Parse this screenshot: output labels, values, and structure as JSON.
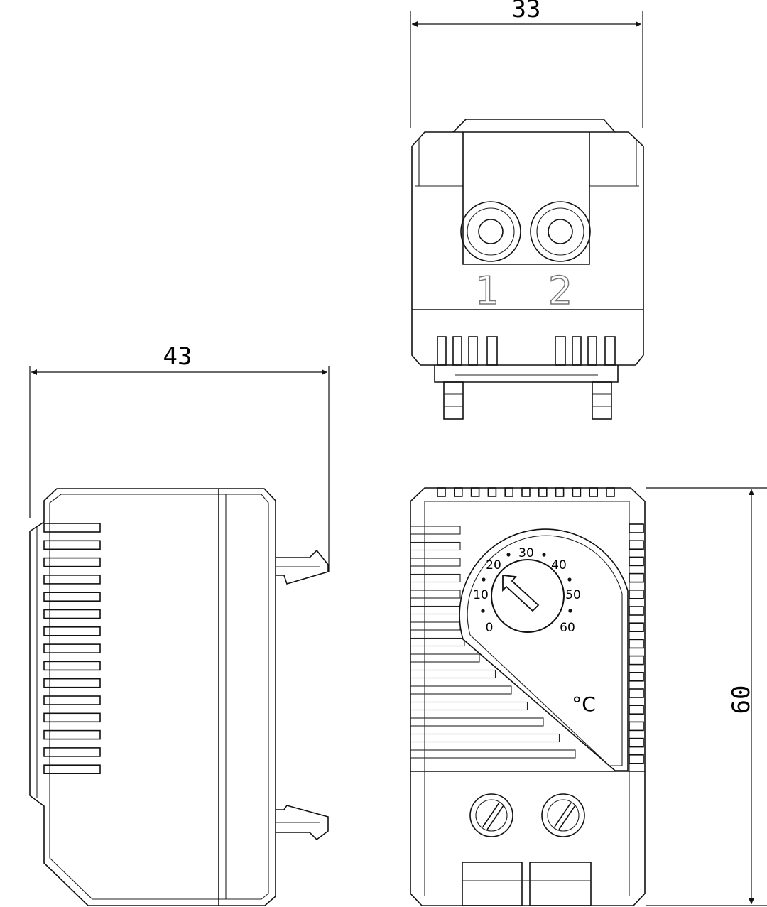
{
  "dimensions": {
    "top_width": "33",
    "side_depth": "43",
    "front_height": "60"
  },
  "top_view": {
    "terminal_1_label": "1",
    "terminal_2_label": "2"
  },
  "dial": {
    "scale_labels": [
      "0",
      "10",
      "20",
      "30",
      "40",
      "50",
      "60"
    ],
    "unit_label": "°C"
  },
  "colors": {
    "line": "#111111",
    "background": "#ffffff"
  }
}
